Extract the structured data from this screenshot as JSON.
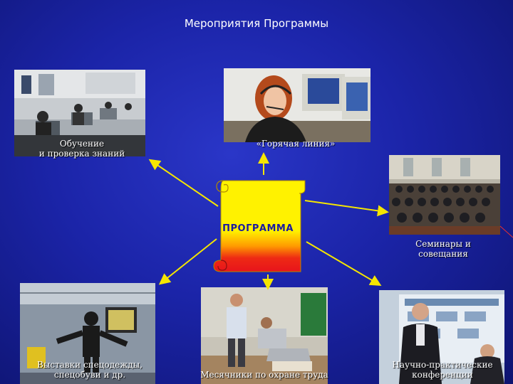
{
  "title": "Мероприятия Программы",
  "scroll_label": "ПРОГРАММА",
  "items": [
    {
      "line1": "Обучение",
      "line2": "и проверка знаний"
    },
    {
      "line1": "«Горячая линия»",
      "line2": ""
    },
    {
      "line1": "Семинары и",
      "line2": "совещания"
    },
    {
      "line1": "Выставки спецодежды,",
      "line2": "спецобуви и др."
    },
    {
      "line1": "Месячники по охране труда",
      "line2": ""
    },
    {
      "line1": "Научно-практические",
      "line2": "конференции"
    }
  ],
  "colors": {
    "background": "#1b24a8",
    "arrow": "#f5e600",
    "scroll_top": "#fff200",
    "scroll_bottom": "#e8141c"
  }
}
